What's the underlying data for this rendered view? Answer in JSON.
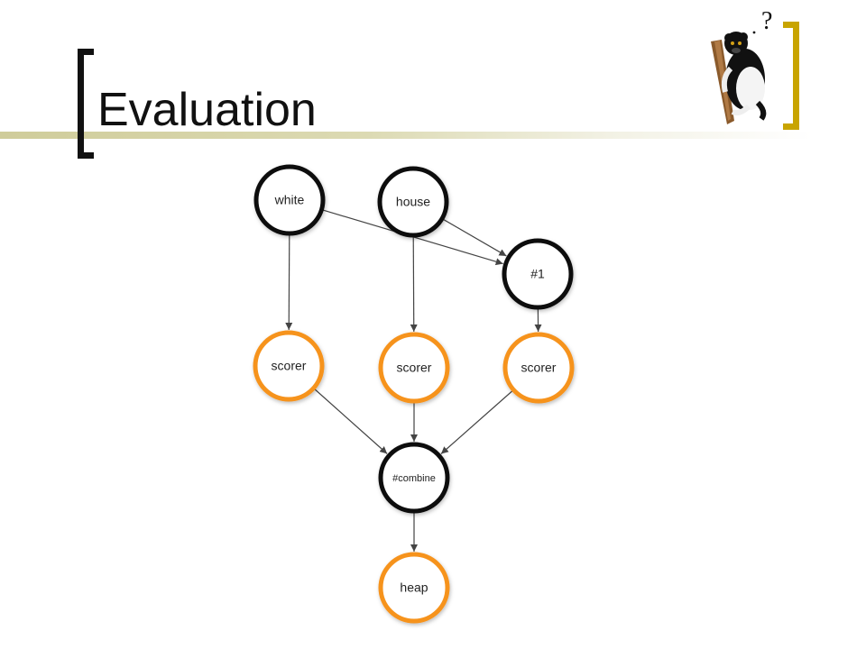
{
  "slide": {
    "title": "Evaluation"
  },
  "logo": {
    "icon": "lemur-question-icon",
    "mark": "?"
  },
  "colors": {
    "black_node": "#111111",
    "orange_node": "#f6931f",
    "accent_bracket": "#c8a400"
  },
  "diagram": {
    "nodes": [
      {
        "id": "white",
        "label": "white",
        "style": "black"
      },
      {
        "id": "house",
        "label": "house",
        "style": "black"
      },
      {
        "id": "n1",
        "label": "#1",
        "style": "black"
      },
      {
        "id": "scorer1",
        "label": "scorer",
        "style": "orange"
      },
      {
        "id": "scorer2",
        "label": "scorer",
        "style": "orange"
      },
      {
        "id": "scorer3",
        "label": "scorer",
        "style": "orange"
      },
      {
        "id": "combine",
        "label": "#combine",
        "style": "black"
      },
      {
        "id": "heap",
        "label": "heap",
        "style": "orange"
      }
    ],
    "edges": [
      {
        "from": "white",
        "to": "scorer1"
      },
      {
        "from": "white",
        "to": "n1"
      },
      {
        "from": "house",
        "to": "scorer2"
      },
      {
        "from": "house",
        "to": "n1"
      },
      {
        "from": "n1",
        "to": "scorer3"
      },
      {
        "from": "scorer1",
        "to": "combine"
      },
      {
        "from": "scorer2",
        "to": "combine"
      },
      {
        "from": "scorer3",
        "to": "combine"
      },
      {
        "from": "combine",
        "to": "heap"
      }
    ]
  }
}
